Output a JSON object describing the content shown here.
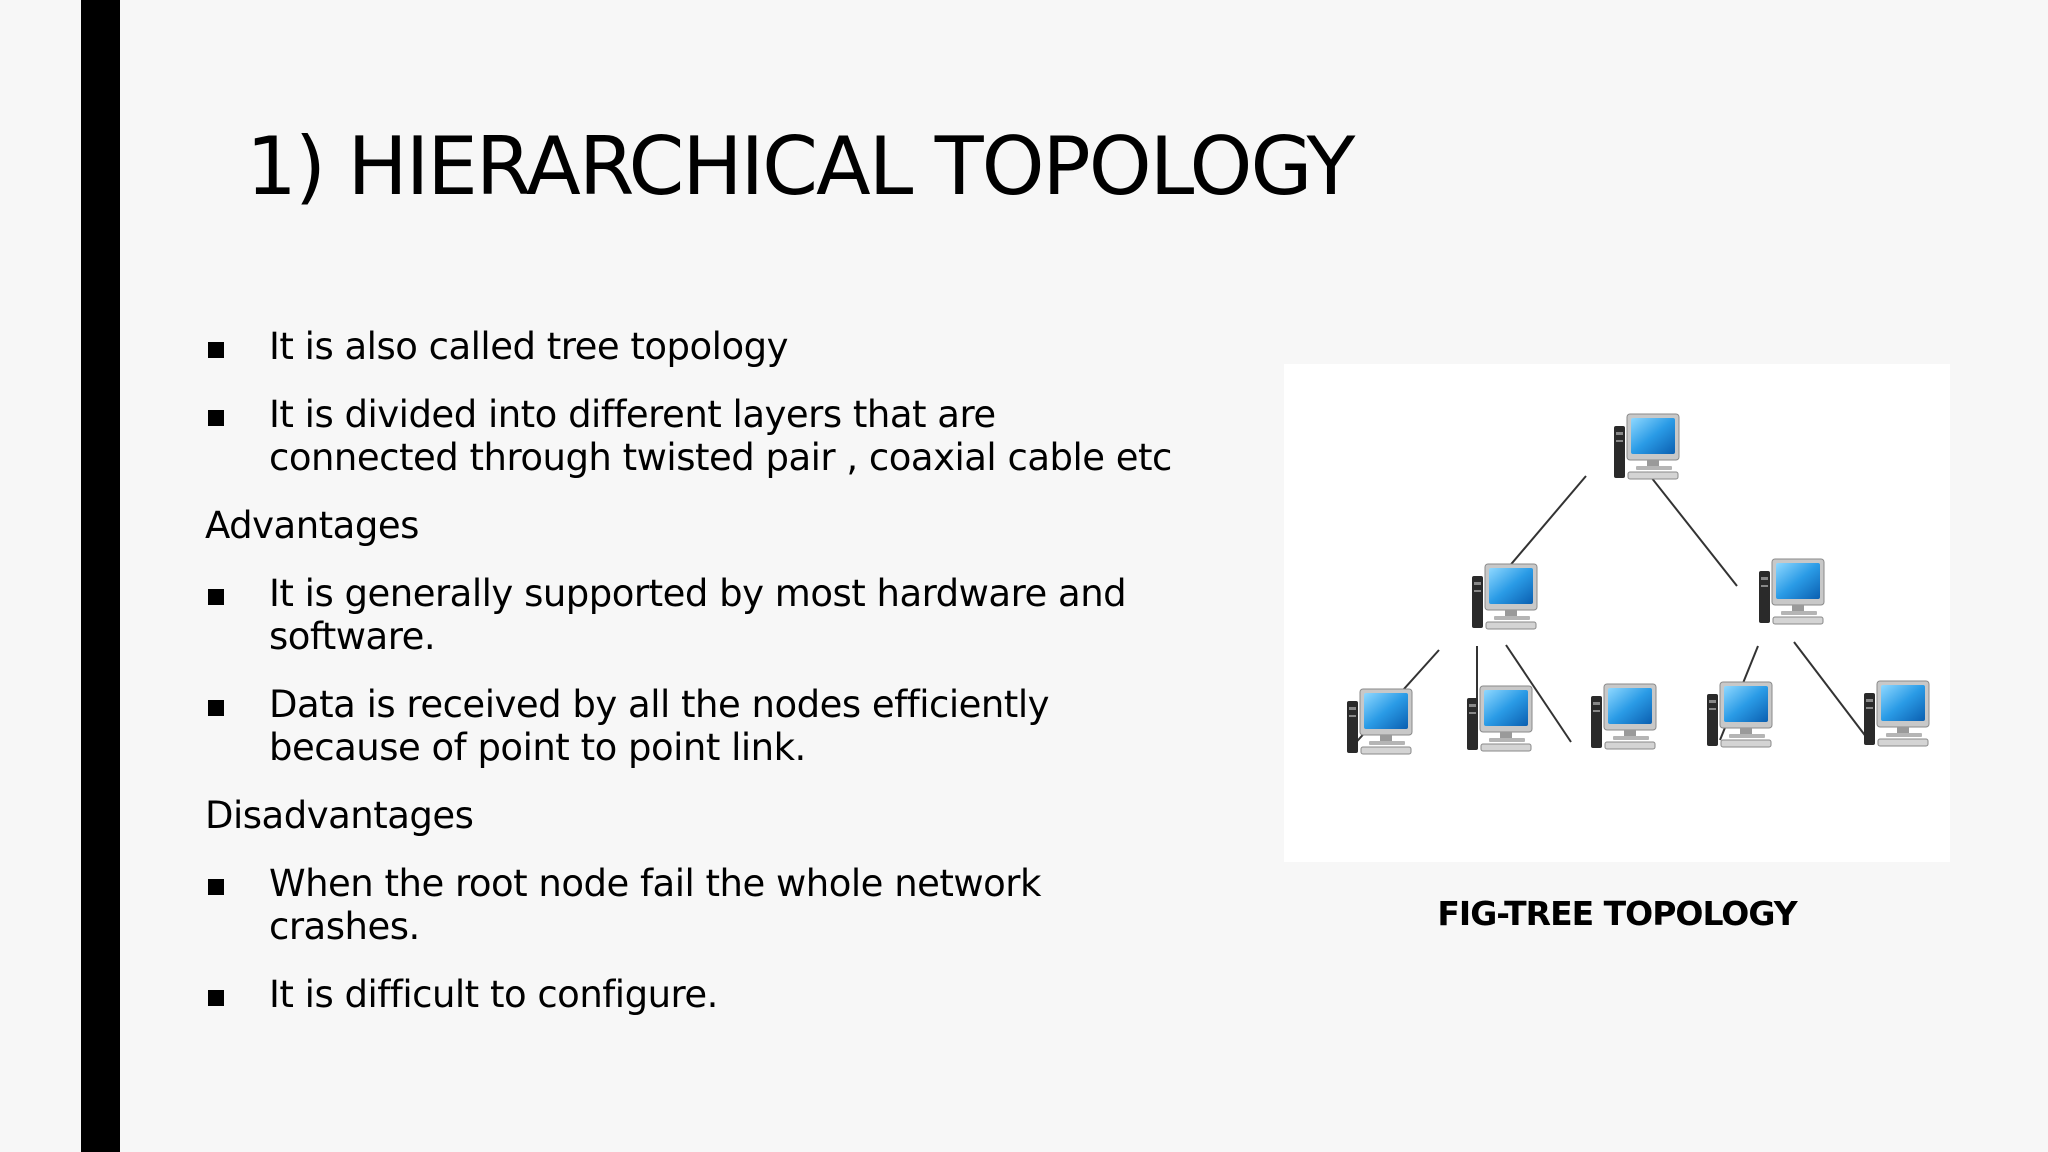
{
  "slide": {
    "title": "1) HIERARCHICAL TOPOLOGY",
    "caption": "FIG-TREE TOPOLOGY"
  },
  "content": {
    "intro_bullets": [
      "It is also called tree topology",
      "It is divided into different layers that are connected through twisted pair , coaxial cable etc"
    ],
    "advantages_heading": "Advantages",
    "advantages": [
      "It is generally supported by most hardware and software.",
      "Data is received by all the nodes efficiently because of point to point link."
    ],
    "disadvantages_heading": "Disadvantages",
    "disadvantages": [
      "When the root node fail the whole network crashes.",
      "It is difficult to configure."
    ]
  },
  "diagram": {
    "node_icon": "computer-icon",
    "colors": {
      "screen": "#1e90e0",
      "screen_light": "#7fd0ff",
      "frame": "#c8c8c8",
      "tower": "#2a2a2a",
      "line": "#333333"
    }
  }
}
